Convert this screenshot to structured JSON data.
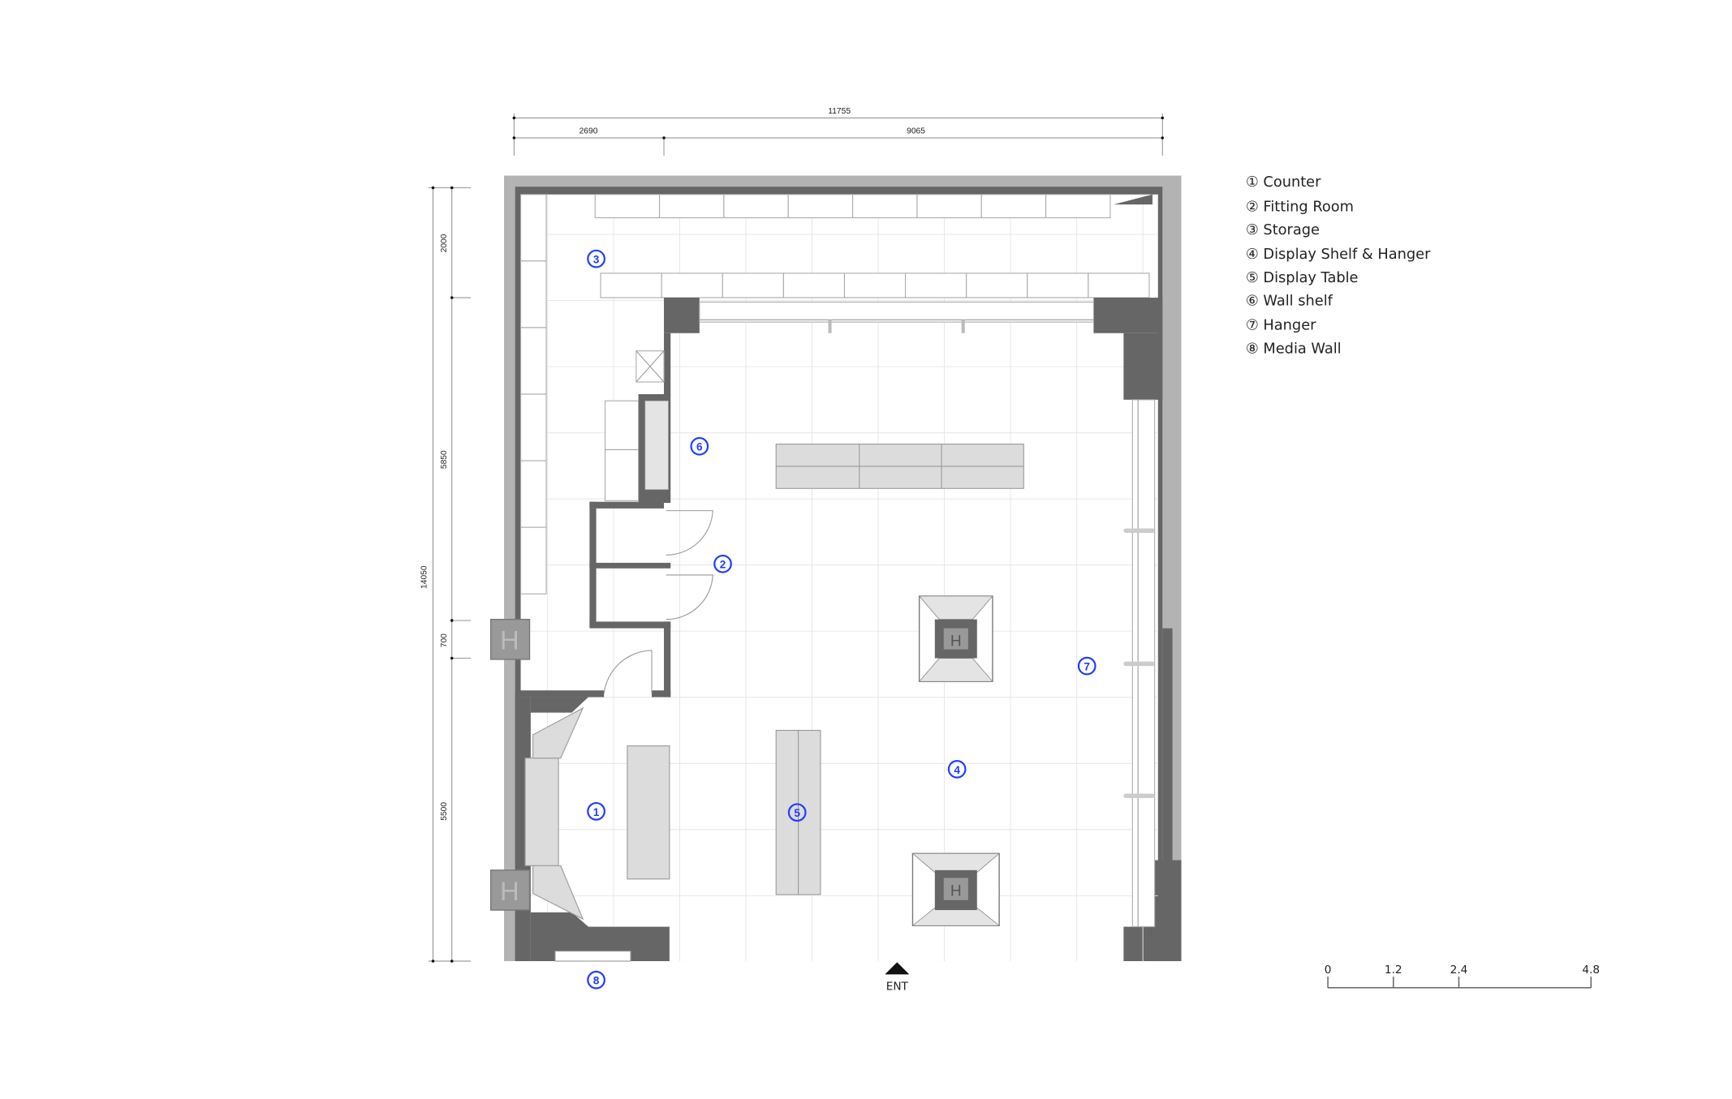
{
  "dimensions": {
    "top_total": "11755",
    "top_left": "2690",
    "top_right": "9065",
    "left_total": "14050",
    "left_segments": [
      "2000",
      "5850",
      "700",
      "5500"
    ]
  },
  "markers": [
    "1",
    "2",
    "3",
    "4",
    "5",
    "6",
    "7",
    "8"
  ],
  "legend": [
    {
      "glyph": "①",
      "label": "Counter"
    },
    {
      "glyph": "②",
      "label": "Fitting Room"
    },
    {
      "glyph": "③",
      "label": "Storage"
    },
    {
      "glyph": "④",
      "label": "Display Shelf & Hanger"
    },
    {
      "glyph": "⑤",
      "label": "Display Table"
    },
    {
      "glyph": "⑥",
      "label": "Wall shelf"
    },
    {
      "glyph": "⑦",
      "label": "Hanger"
    },
    {
      "glyph": "⑧",
      "label": "Media Wall"
    }
  ],
  "entrance_label": "ENT",
  "scale_bar": {
    "ticks": [
      "0",
      "1.2",
      "2.4",
      "4.8"
    ]
  },
  "colors": {
    "marker": "#1f3cff",
    "wall_dark": "#666666",
    "wall_light": "#b3b3b3"
  }
}
